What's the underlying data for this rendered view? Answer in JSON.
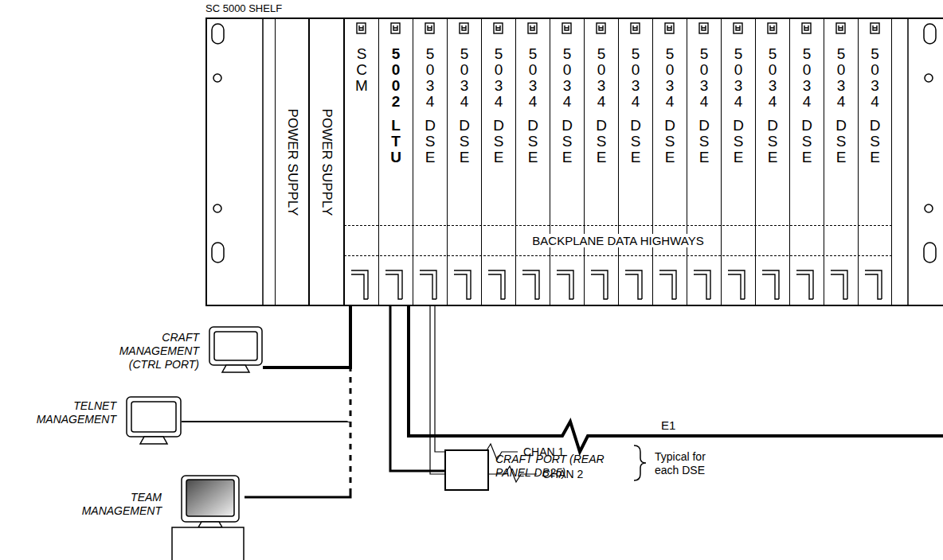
{
  "diagram": {
    "nodes": [
      {
        "text": [
          "SC 5000 SHELF"
        ]
      },
      {
        "text": [
          "POWER SUPPLY"
        ],
        "in": 0
      },
      {
        "text": [
          "POWER SUPPLY"
        ],
        "in": 0
      },
      {
        "text": [
          "SCM"
        ],
        "in": 0
      },
      {
        "text": [
          "5002",
          "LTU"
        ],
        "in": 0
      },
      {
        "text": [
          "5034",
          "DSE"
        ],
        "in": 0
      },
      {
        "text": [
          "5034",
          "DSE"
        ],
        "in": 0
      },
      {
        "text": [
          "5034",
          "DSE"
        ],
        "in": 0
      },
      {
        "text": [
          "5034",
          "DSE"
        ],
        "in": 0
      },
      {
        "text": [
          "5034",
          "DSE"
        ],
        "in": 0
      },
      {
        "text": [
          "5034",
          "DSE"
        ],
        "in": 0
      },
      {
        "text": [
          "5034",
          "DSE"
        ],
        "in": 0
      },
      {
        "text": [
          "5034",
          "DSE"
        ],
        "in": 0
      },
      {
        "text": [
          "5034",
          "DSE"
        ],
        "in": 0
      },
      {
        "text": [
          "5034",
          "DSE"
        ],
        "in": 0
      },
      {
        "text": [
          "5034",
          "DSE"
        ],
        "in": 0
      },
      {
        "text": [
          "5034",
          "DSE"
        ],
        "in": 0
      },
      {
        "text": [
          "5034",
          "DSE"
        ],
        "in": 0
      },
      {
        "text": [
          "5034",
          "DSE"
        ],
        "in": 0
      },
      {
        "text": [
          "BACKPLANE DATA HIGHWAYS"
        ],
        "in": 0
      },
      {
        "text": [
          "CRAFT MANAGEMENT (CTRL PORT)"
        ]
      },
      {
        "text": [
          "TELNET MANAGEMENT"
        ]
      },
      {
        "text": [
          "TEAM MANAGEMENT"
        ]
      },
      {
        "text": [
          "CRAFT PORT (REAR PANEL DB25)"
        ]
      }
    ],
    "edges": [
      {
        "from": 3,
        "to": 20,
        "arrow": "none"
      },
      {
        "from": 3,
        "to": 21,
        "arrow": "none"
      },
      {
        "from": 3,
        "to": 22,
        "arrow": "none"
      },
      {
        "from": 4,
        "to": 23,
        "arrow": "none"
      }
    ],
    "labels": [
      "CHAN 1",
      "CHAN 2",
      "Typical for each DSE",
      "E1"
    ]
  }
}
